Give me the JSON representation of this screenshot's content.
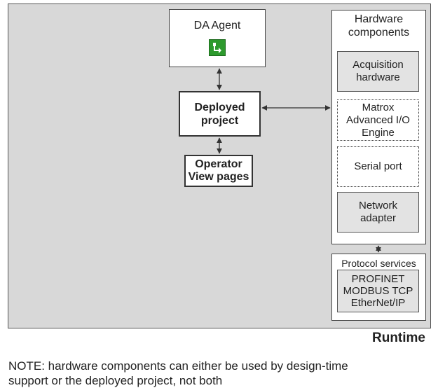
{
  "nodes": {
    "da_agent": {
      "label": "DA Agent",
      "icon": "agent-icon"
    },
    "deployed_project": {
      "line1": "Deployed",
      "line2": "project"
    },
    "operator_view": {
      "line1": "Operator",
      "line2": "View pages"
    },
    "hardware": {
      "title_line1": "Hardware",
      "title_line2": "components",
      "acquisition": {
        "line1": "Acquisition",
        "line2": "hardware"
      },
      "matrox": {
        "line1": "Matrox",
        "line2": "Advanced I/O",
        "line3": "Engine"
      },
      "serial": {
        "label": "Serial port"
      },
      "network": {
        "line1": "Network",
        "line2": "adapter"
      }
    },
    "protocol": {
      "title": "Protocol services",
      "items": [
        "PROFINET",
        "MODBUS TCP",
        "EtherNet/IP"
      ]
    }
  },
  "runtime_label": "Runtime",
  "note": {
    "line1": "NOTE: hardware components can either be used by design-time",
    "line2": "support or the deployed project, not both"
  },
  "colors": {
    "runtime_bg": "#d8d8d8",
    "gray_box": "#e3e3e3",
    "icon_green": "#2d9a2d"
  }
}
